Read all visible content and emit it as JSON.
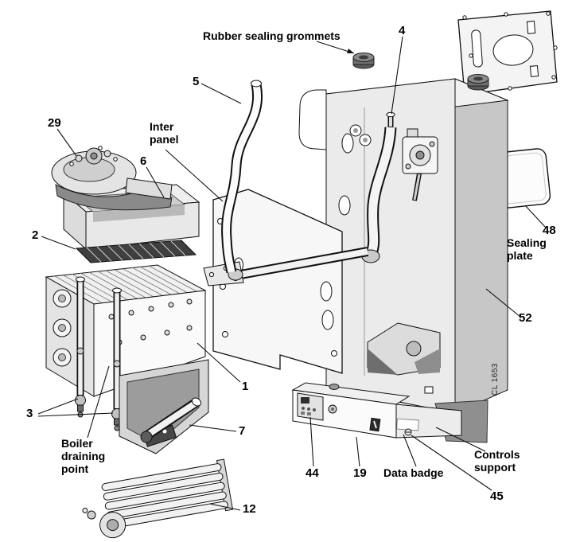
{
  "palette": {
    "ink": "#111111",
    "paper": "#ffffff",
    "shade_light": "#ebebeb",
    "shade_mid": "#c7c7c7",
    "shade_dark": "#6f6f6f"
  },
  "figure": {
    "drawing_code": "CL 1653",
    "callouts": {
      "rubber_sealing_grommets": "Rubber sealing grommets",
      "inter_panel": "Inter\npanel",
      "sealing_plate": "Sealing\nplate",
      "boiler_draining_point": "Boiler\ndraining\npoint",
      "data_badge": "Data badge",
      "controls_support": "Controls\nsupport"
    },
    "part_numbers": {
      "n1": "1",
      "n2": "2",
      "n3": "3",
      "n4": "4",
      "n5": "5",
      "n6": "6",
      "n7": "7",
      "n12": "12",
      "n19": "19",
      "n29": "29",
      "n44": "44",
      "n45": "45",
      "n48": "48",
      "n52": "52"
    }
  }
}
